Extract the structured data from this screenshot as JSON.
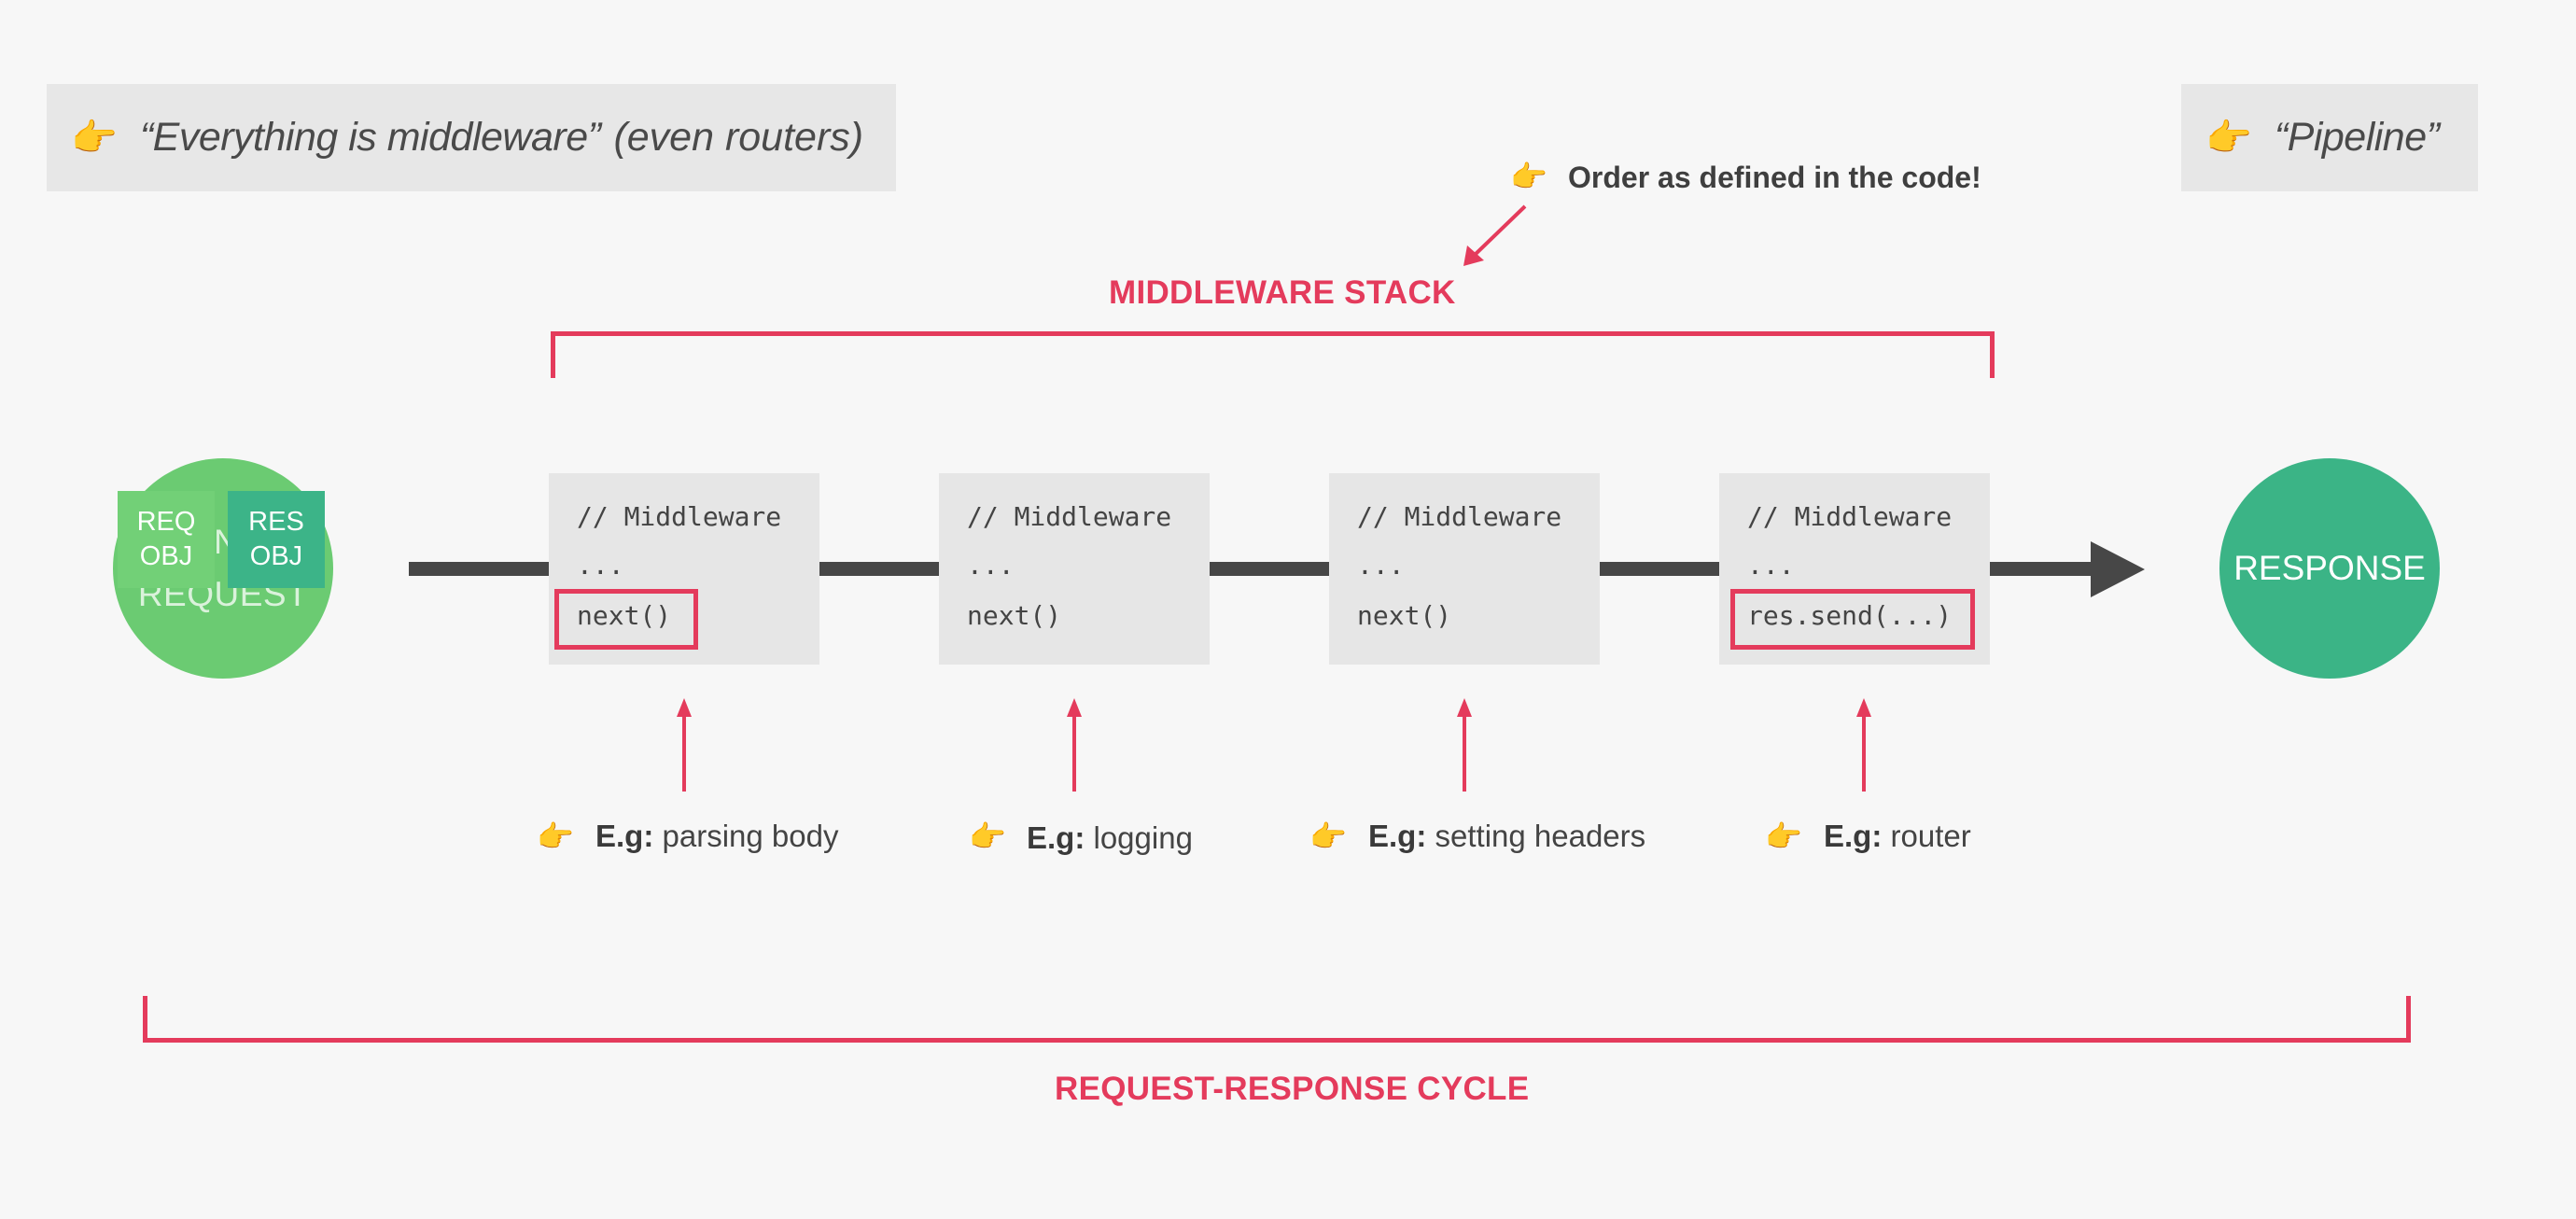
{
  "notes": {
    "left": {
      "hand_icon": "hand-pointing-right-icon",
      "quote": "“Everything is middleware”",
      "extra": "(even routers)"
    },
    "right": {
      "hand_icon": "hand-pointing-right-icon",
      "quote": "“Pipeline”"
    }
  },
  "order_note": "Order as defined in the code!",
  "middleware_stack_label": "MIDDLEWARE STACK",
  "cycle_label": "REQUEST-RESPONSE CYCLE",
  "request": {
    "label": "REQUEST",
    "hidden_prefix": "N",
    "req_obj": [
      "REQ",
      "OBJ"
    ],
    "res_obj": [
      "RES",
      "OBJ"
    ]
  },
  "response": {
    "label": "RESPONSE"
  },
  "middlewares": [
    {
      "line1": "// Middleware",
      "line2": "...",
      "line3": "next()",
      "highlighted": true
    },
    {
      "line1": "// Middleware",
      "line2": "...",
      "line3": "next()",
      "highlighted": false
    },
    {
      "line1": "// Middleware",
      "line2": "...",
      "line3": "next()",
      "highlighted": false
    },
    {
      "line1": "// Middleware",
      "line2": "...",
      "line3": "res.send(...)",
      "highlighted": true
    }
  ],
  "examples": [
    {
      "prefix": "E.g:",
      "text": "parsing body"
    },
    {
      "prefix": "E.g:",
      "text": "logging"
    },
    {
      "prefix": "E.g:",
      "text": "setting headers"
    },
    {
      "prefix": "E.g:",
      "text": "router"
    }
  ],
  "colors": {
    "accent_red": "#e43b5c",
    "request_green": "#6bcb72",
    "response_green": "#3bb486",
    "line_dark": "#474747",
    "box_gray": "#e6e6e6"
  }
}
